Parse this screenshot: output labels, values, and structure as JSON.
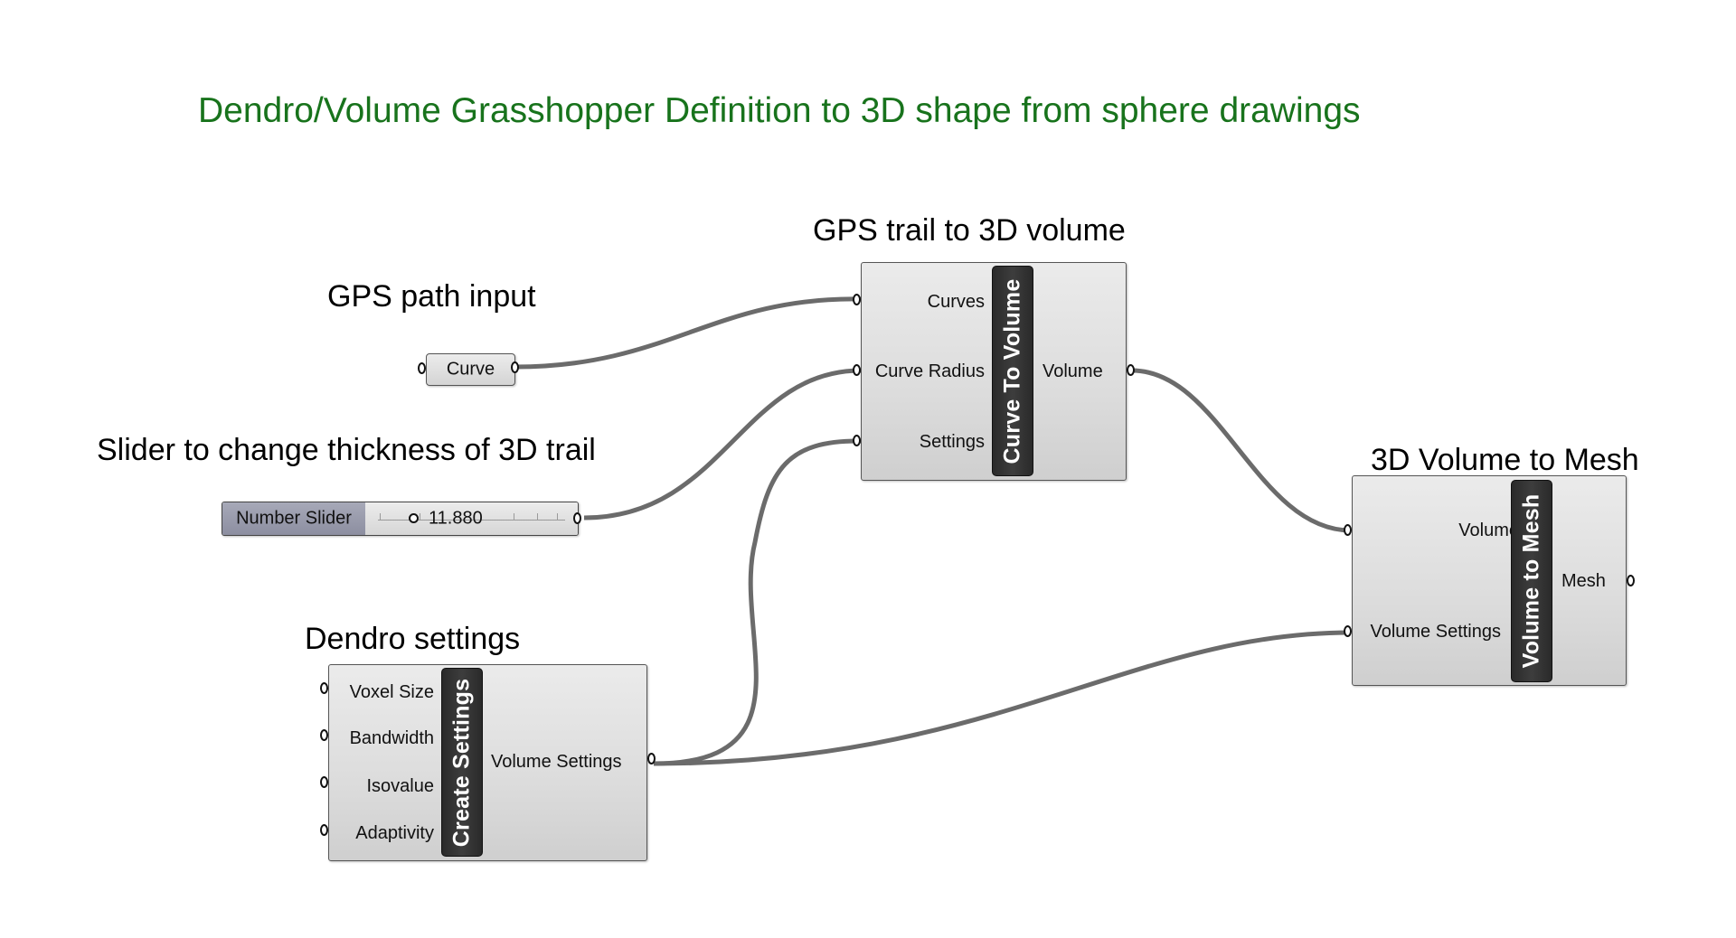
{
  "title": "Dendro/Volume Grasshopper Definition to 3D shape from sphere drawings",
  "groups": {
    "gps_path": "GPS path input",
    "slider": "Slider to change thickness of 3D trail",
    "curve_to_volume": "GPS trail to 3D volume",
    "volume_to_mesh": "3D Volume to Mesh",
    "dendro_settings": "Dendro settings"
  },
  "curve_param": {
    "label": "Curve"
  },
  "number_slider": {
    "name": "Number Slider",
    "value": "11.880"
  },
  "curve_to_volume": {
    "name": "Curve To Volume",
    "inputs": [
      "Curves",
      "Curve Radius",
      "Settings"
    ],
    "outputs": [
      "Volume"
    ]
  },
  "volume_to_mesh": {
    "name": "Volume to Mesh",
    "inputs": [
      "Volume",
      "Volume Settings"
    ],
    "outputs": [
      "Mesh"
    ]
  },
  "create_settings": {
    "name": "Create Settings",
    "inputs": [
      "Voxel Size",
      "Bandwidth",
      "Isovalue",
      "Adaptivity"
    ],
    "outputs": [
      "Volume Settings"
    ]
  },
  "colors": {
    "title": "#18731c",
    "wire": "#6b6b6b",
    "component_bar": "#2f2f2f"
  }
}
